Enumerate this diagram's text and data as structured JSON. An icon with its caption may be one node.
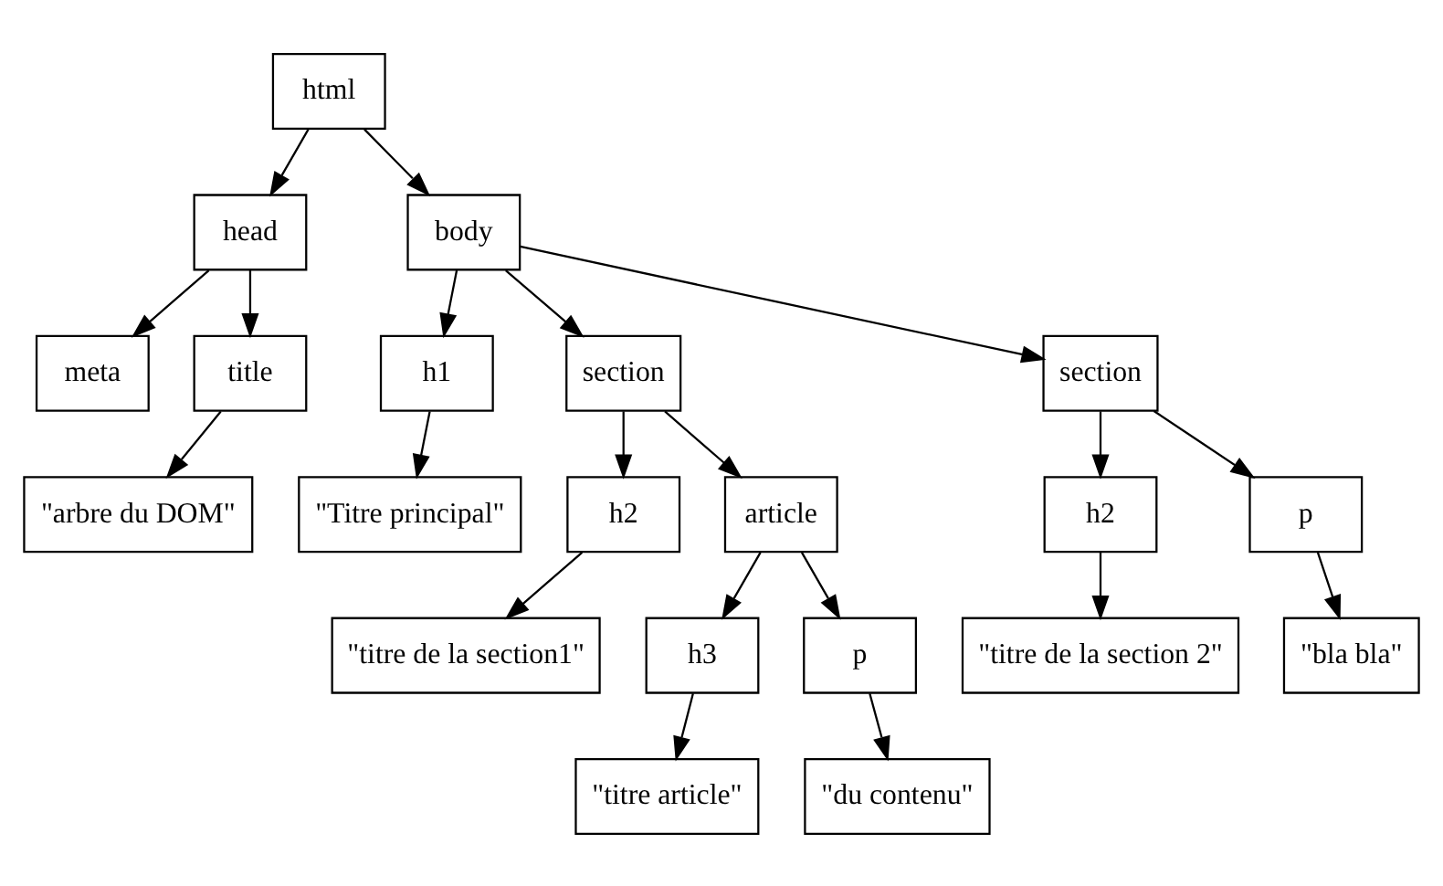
{
  "diagram": {
    "nodes": [
      {
        "text": [
          "html"
        ]
      },
      {
        "text": [
          "head"
        ]
      },
      {
        "text": [
          "body"
        ]
      },
      {
        "text": [
          "meta"
        ]
      },
      {
        "text": [
          "title"
        ]
      },
      {
        "text": [
          "h1"
        ]
      },
      {
        "text": [
          "section"
        ]
      },
      {
        "text": [
          "section"
        ]
      },
      {
        "text": [
          "\"arbre du DOM\""
        ]
      },
      {
        "text": [
          "\"Titre principal\""
        ]
      },
      {
        "text": [
          "h2"
        ]
      },
      {
        "text": [
          "article"
        ]
      },
      {
        "text": [
          "h2"
        ]
      },
      {
        "text": [
          "p"
        ]
      },
      {
        "text": [
          "\"titre de la section1\""
        ]
      },
      {
        "text": [
          "h3"
        ]
      },
      {
        "text": [
          "p"
        ]
      },
      {
        "text": [
          "\"titre de la section 2\""
        ]
      },
      {
        "text": [
          "\"bla bla\""
        ]
      },
      {
        "text": [
          "\"titre article\""
        ]
      },
      {
        "text": [
          "\"du contenu\""
        ]
      }
    ],
    "edges": [
      {
        "from": 0,
        "to": 1,
        "arrow": "to"
      },
      {
        "from": 0,
        "to": 2,
        "arrow": "to"
      },
      {
        "from": 1,
        "to": 3,
        "arrow": "to"
      },
      {
        "from": 1,
        "to": 4,
        "arrow": "to"
      },
      {
        "from": 2,
        "to": 5,
        "arrow": "to"
      },
      {
        "from": 2,
        "to": 6,
        "arrow": "to"
      },
      {
        "from": 2,
        "to": 7,
        "arrow": "to"
      },
      {
        "from": 4,
        "to": 8,
        "arrow": "to"
      },
      {
        "from": 5,
        "to": 9,
        "arrow": "to"
      },
      {
        "from": 6,
        "to": 10,
        "arrow": "to"
      },
      {
        "from": 6,
        "to": 11,
        "arrow": "to"
      },
      {
        "from": 7,
        "to": 12,
        "arrow": "to"
      },
      {
        "from": 7,
        "to": 13,
        "arrow": "to"
      },
      {
        "from": 10,
        "to": 14,
        "arrow": "to"
      },
      {
        "from": 11,
        "to": 15,
        "arrow": "to"
      },
      {
        "from": 11,
        "to": 16,
        "arrow": "to"
      },
      {
        "from": 12,
        "to": 17,
        "arrow": "to"
      },
      {
        "from": 13,
        "to": 18,
        "arrow": "to"
      },
      {
        "from": 15,
        "to": 19,
        "arrow": "to"
      },
      {
        "from": 16,
        "to": 20,
        "arrow": "to"
      }
    ]
  }
}
